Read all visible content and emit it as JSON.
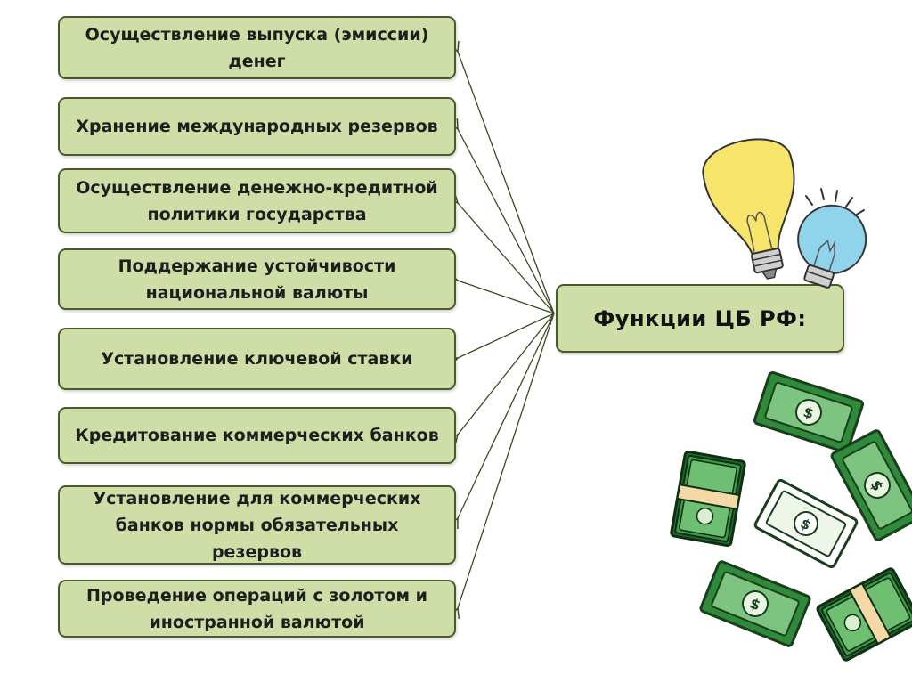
{
  "center_label": "Функции ЦБ РФ:",
  "functions": [
    "Осуществление выпуска (эмиссии) денег",
    "Хранение международных резервов",
    "Осуществление денежно-кредитной политики государства",
    "Поддержание устойчивости национальной валюты",
    "Установление ключевой ставки",
    "Кредитование коммерческих банков",
    "Установление для коммерческих банков нормы обязательных резервов",
    "Проведение операций с золотом и иностранной валютой"
  ],
  "colors": {
    "box_fill": "#cfdda6",
    "box_border": "#4a5a2c",
    "arrow": "#3d4a22",
    "money_green": "#2f8a3a",
    "bulb_yellow": "#f6e46b",
    "bulb_blue": "#8fd4ea"
  },
  "icons": [
    "light-bulb-icon",
    "money-bill-icon",
    "money-stack-icon"
  ]
}
